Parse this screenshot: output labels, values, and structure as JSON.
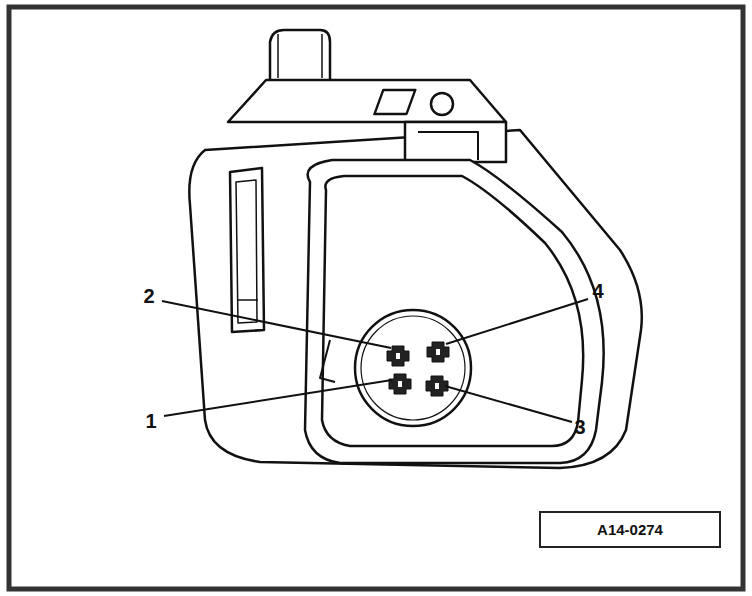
{
  "diagram": {
    "nodes": [
      {
        "text": [
          "A14-0274"
        ]
      }
    ],
    "labels": [
      "2",
      "4",
      "1",
      "3"
    ]
  }
}
